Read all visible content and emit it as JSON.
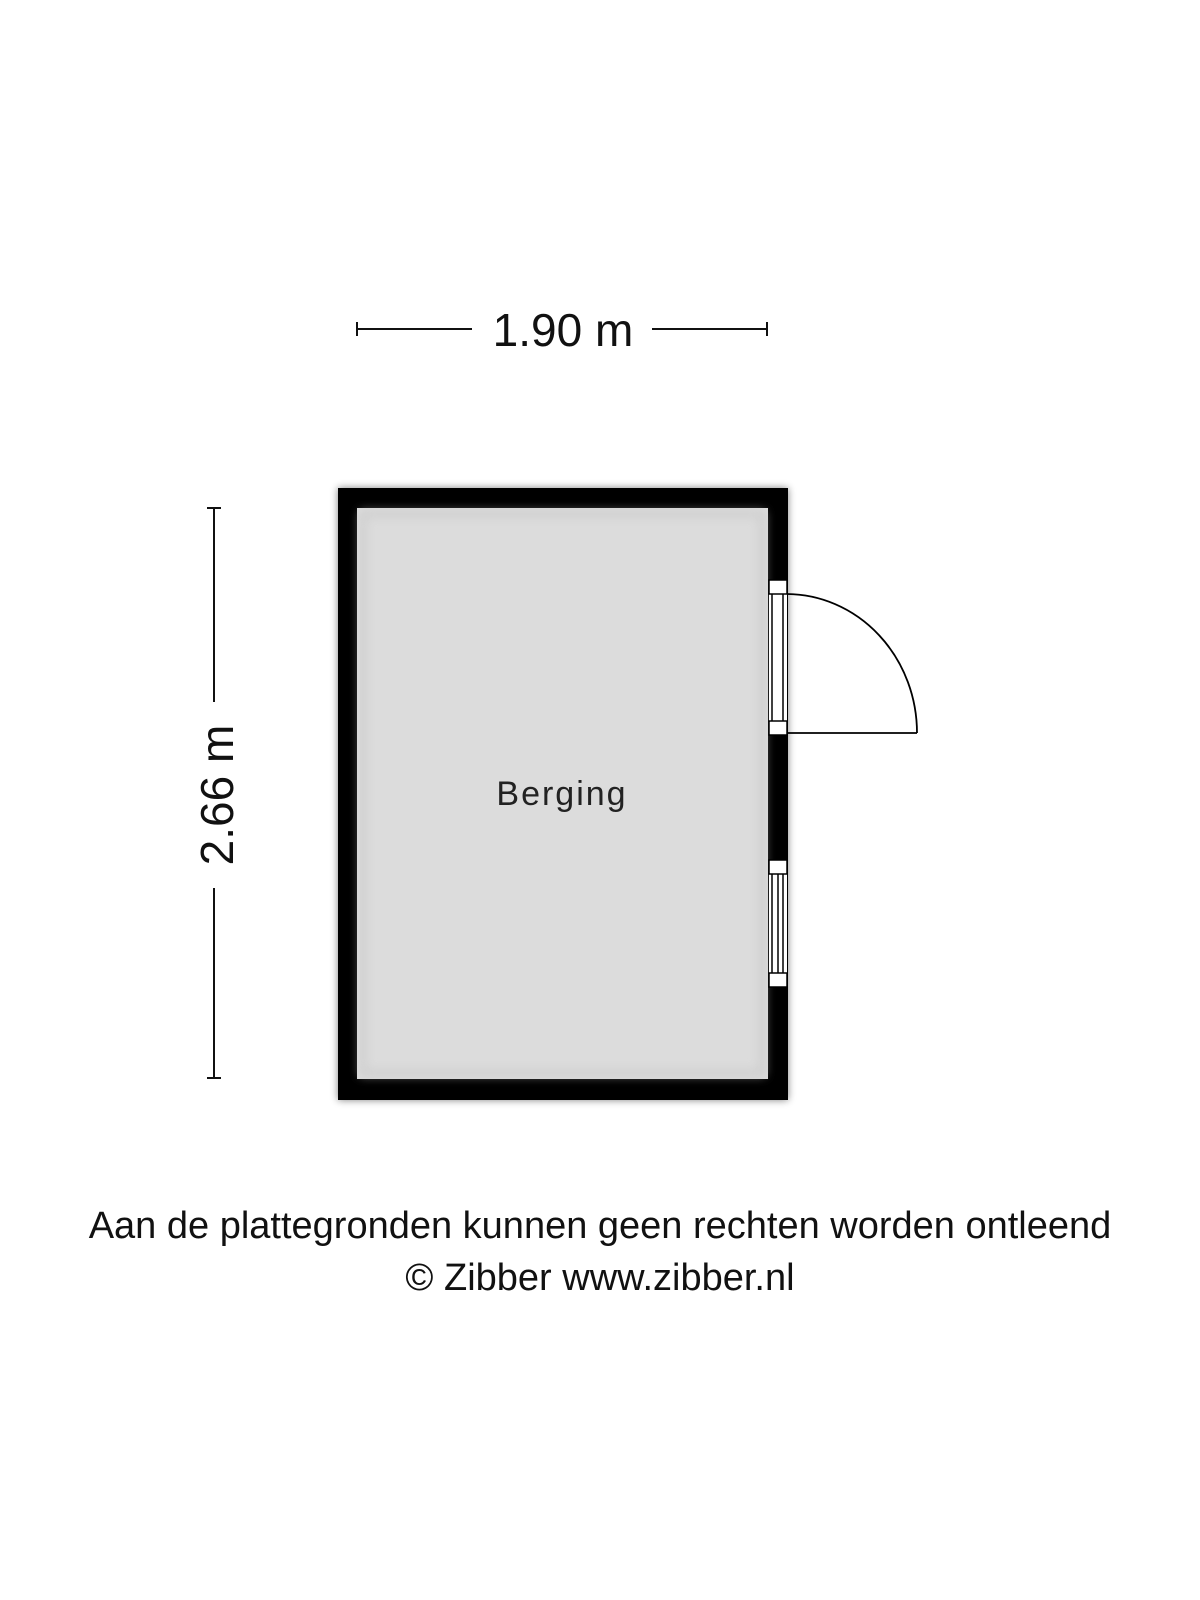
{
  "dimensions": {
    "width_label": "1.90 m",
    "height_label": "2.66 m"
  },
  "room": {
    "name": "Berging"
  },
  "footer": {
    "disclaimer": "Aan de plattegronden kunnen geen rechten worden ontleend",
    "copyright": "© Zibber www.zibber.nl"
  },
  "colors": {
    "wall": "#000000",
    "floor": "#dcdcdc",
    "background": "#ffffff"
  }
}
